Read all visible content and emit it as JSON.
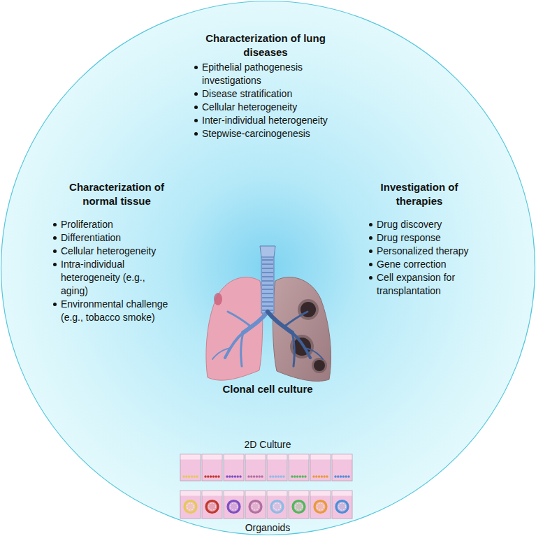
{
  "diagram": {
    "nodes": [
      {
        "text": [
          "Characterization of lung diseases",
          "Epithelial pathogenesis investigations",
          "Disease stratification",
          "Cellular heterogeneity",
          "Inter-individual heterogeneity",
          "Stepwise-carcinogenesis",
          "Characterization of normal tissue",
          "Proliferation",
          "Differentiation",
          "Cellular heterogeneity",
          "Intra-individual heterogeneity (e.g., aging)",
          "Environmental challenge (e.g., tobacco smoke)",
          "Investigation of therapies",
          "Drug discovery",
          "Drug response",
          "Personalized therapy",
          "Gene correction",
          "Cell expansion for transplantation",
          "Clonal cell culture",
          "2D Culture",
          "Organoids"
        ]
      }
    ]
  }
}
